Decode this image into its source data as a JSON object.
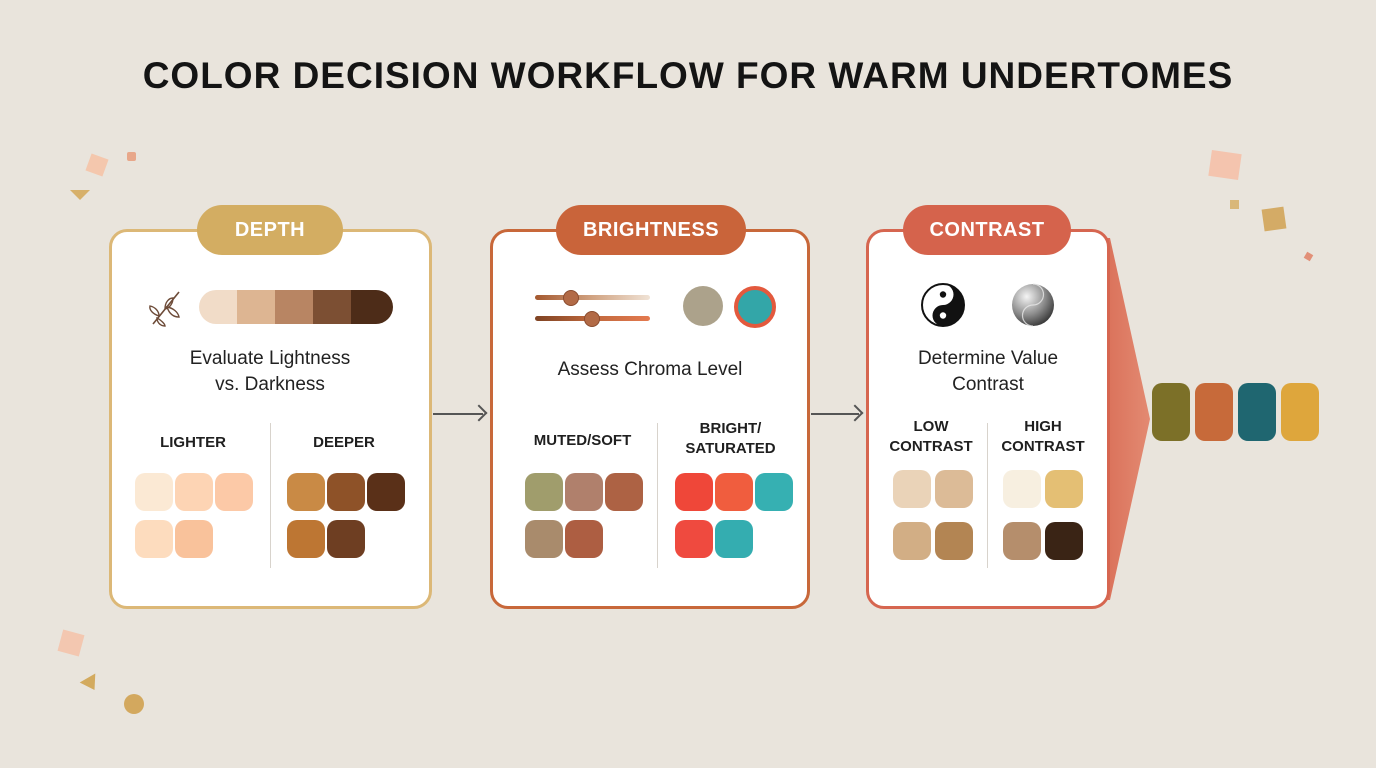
{
  "title": "COLOR DECISION WORKFLOW FOR WARM UNDERTOMES",
  "colors": {
    "background": "#e9e4dc",
    "depth_accent": "#d3ad62",
    "brightness_accent": "#c9643a",
    "contrast_accent": "#d5634c"
  },
  "depth": {
    "label": "DEPTH",
    "icon": "leaf-sprig-icon",
    "description_line1": "Evaluate Lightness",
    "description_line2": "vs. Darkness",
    "gradient": [
      "#f1dcc8",
      "#ddb592",
      "#b88563",
      "#7c4f33",
      "#4d2c18"
    ],
    "left_label": "LIGHTER",
    "right_label": "DEEPER",
    "left_swatches": [
      "#fbe9d4",
      "#fdd4b4",
      "#fcc9a7",
      "#fddcbe",
      "#f9c29b"
    ],
    "right_swatches": [
      "#c98a45",
      "#8e5228",
      "#5a3018",
      "#bd7633",
      "#6e3e22"
    ]
  },
  "brightness": {
    "label": "BRIGHTNESS",
    "icon": "slider-icon",
    "description": "Assess Chroma Level",
    "muted_circle": "#aca28b",
    "bright_circle": "#33a6a8",
    "bright_circle_ring": "#e3593d",
    "left_label": "MUTED/SOFT",
    "right_label_line1": "BRIGHT/",
    "right_label_line2": "SATURATED",
    "left_swatches": [
      "#a09d6c",
      "#b0806c",
      "#ad6244",
      "#a98b6c",
      "#ad5e42"
    ],
    "right_swatches": [
      "#ef4739",
      "#f05d3e",
      "#36b0b2",
      "#ef4a3f",
      "#34adb0"
    ]
  },
  "contrast": {
    "label": "CONTRAST",
    "icons": [
      "yin-yang-icon",
      "gradient-sphere-icon"
    ],
    "description_line1": "Determine Value",
    "description_line2": "Contrast",
    "left_label_line1": "LOW",
    "left_label_line2": "CONTRAST",
    "right_label_line1": "HIGH",
    "right_label_line2": "CONTRAST",
    "left_swatches": [
      "#ead3b8",
      "#dcbb97",
      "#d2ae85",
      "#b38553"
    ],
    "right_swatches": [
      "#f7efe0",
      "#e4bf74",
      "#b58e6c",
      "#3a2415"
    ]
  },
  "result_palette": [
    "#7c7028",
    "#c76a3a",
    "#1f6670",
    "#dea63c"
  ]
}
